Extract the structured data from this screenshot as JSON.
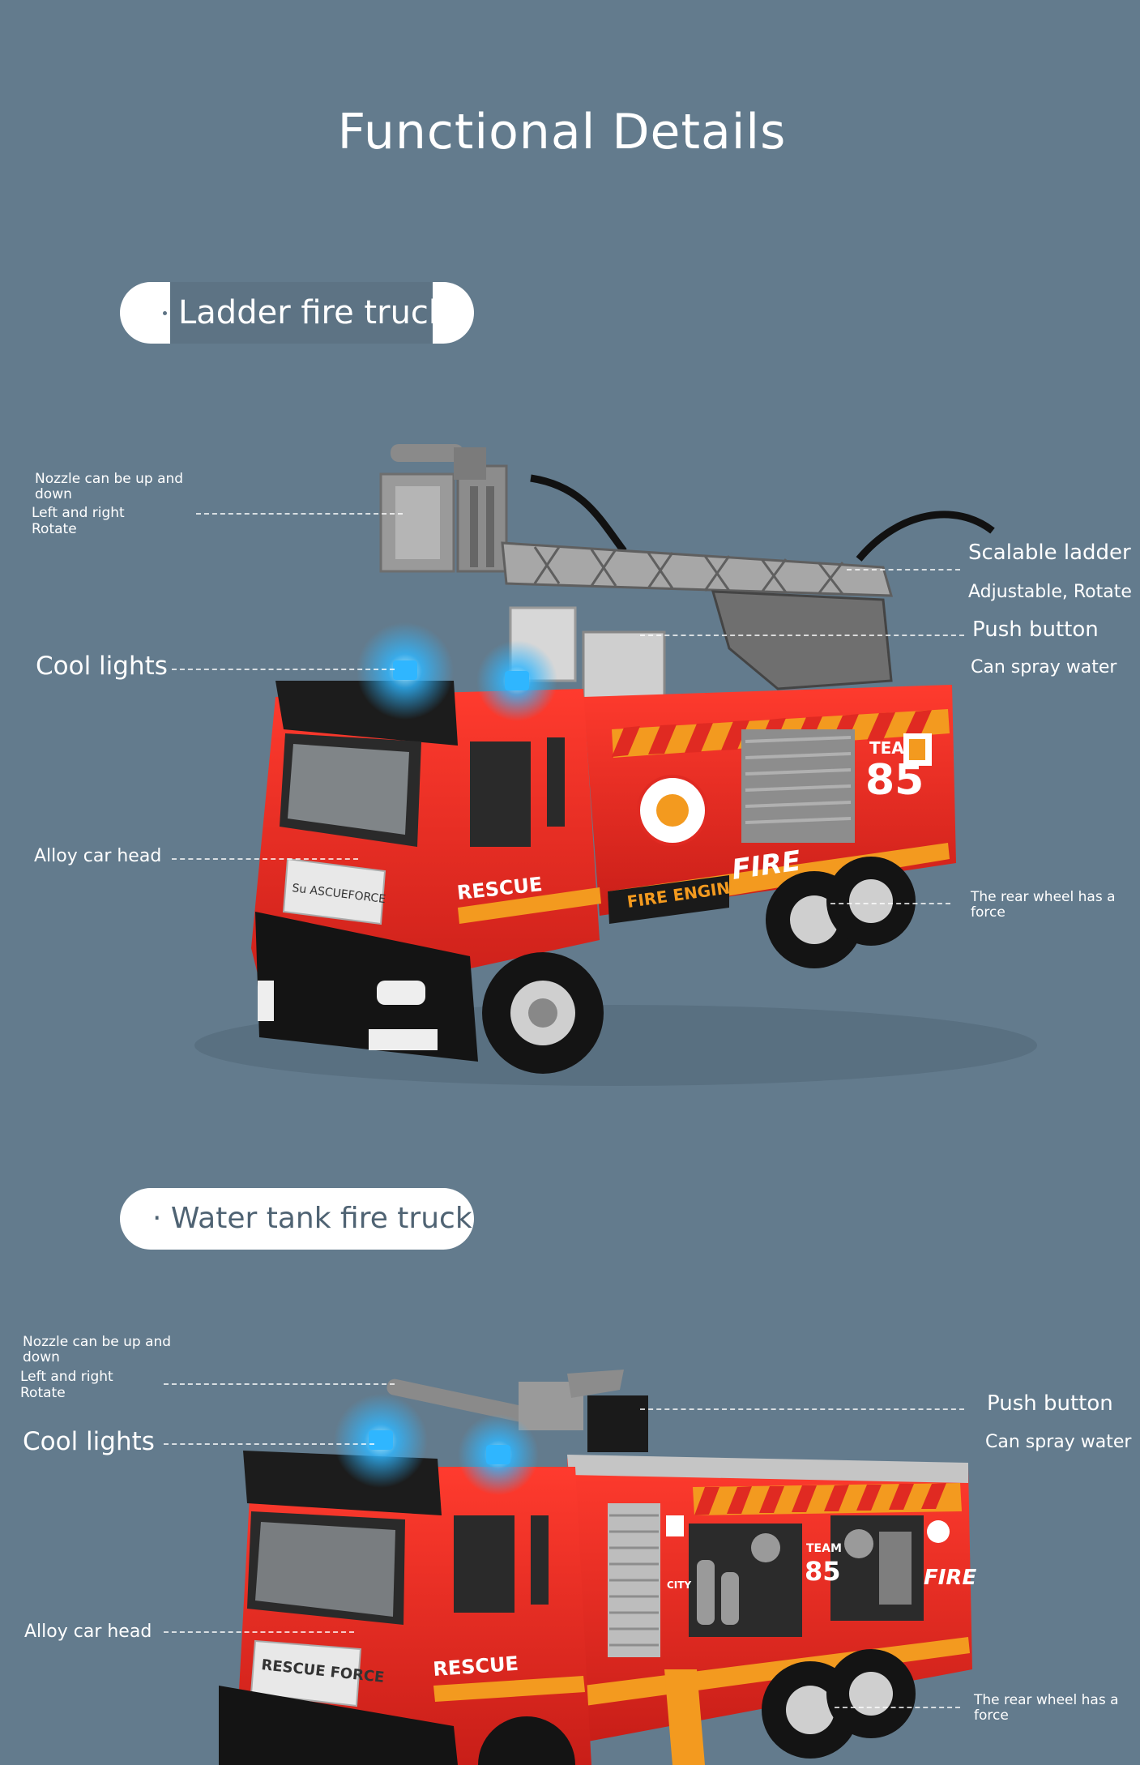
{
  "title": "Functional Details",
  "sections": [
    {
      "heading": "Ladder fire truck",
      "callouts": {
        "nozzle_line1": "Nozzle can be up and",
        "nozzle_line2": "down",
        "rotate_line1": "Left and right",
        "rotate_line2": "Rotate",
        "cool_lights": "Cool lights",
        "alloy_head": "Alloy car head",
        "ladder_title": "Scalable ladder",
        "ladder_sub": "Adjustable, Rotate",
        "push_title": "Push button",
        "push_sub": "Can spray water",
        "rear_line1": "The rear wheel has a",
        "rear_line2": "force"
      },
      "truck_text": {
        "plate": "Su ASCUEFORCE",
        "rescue": "RESCUE",
        "engine": "FIRE ENGINE",
        "fire": "FIRE",
        "team": "TEAM",
        "number": "85"
      }
    },
    {
      "heading": "· Water tank fire truck",
      "callouts": {
        "nozzle_line1": "Nozzle can be up and",
        "nozzle_line2": "down",
        "rotate_line1": "Left and right",
        "rotate_line2": "Rotate",
        "cool_lights": "Cool lights",
        "alloy_head": "Alloy car head",
        "push_title": "Push button",
        "push_sub": "Can spray water",
        "rear_line1": "The rear wheel has a",
        "rear_line2": "force"
      },
      "truck_text": {
        "plate": "RESCUE FORCE",
        "rescue": "RESCUE",
        "team": "TEAM",
        "number": "85",
        "city": "CITY",
        "fire": "FIRE"
      }
    }
  ],
  "colors": {
    "background": "#637b8d",
    "truck_red": "#e02a22",
    "stripe_orange": "#f39a1f",
    "light_blue": "#2fb6ff"
  }
}
